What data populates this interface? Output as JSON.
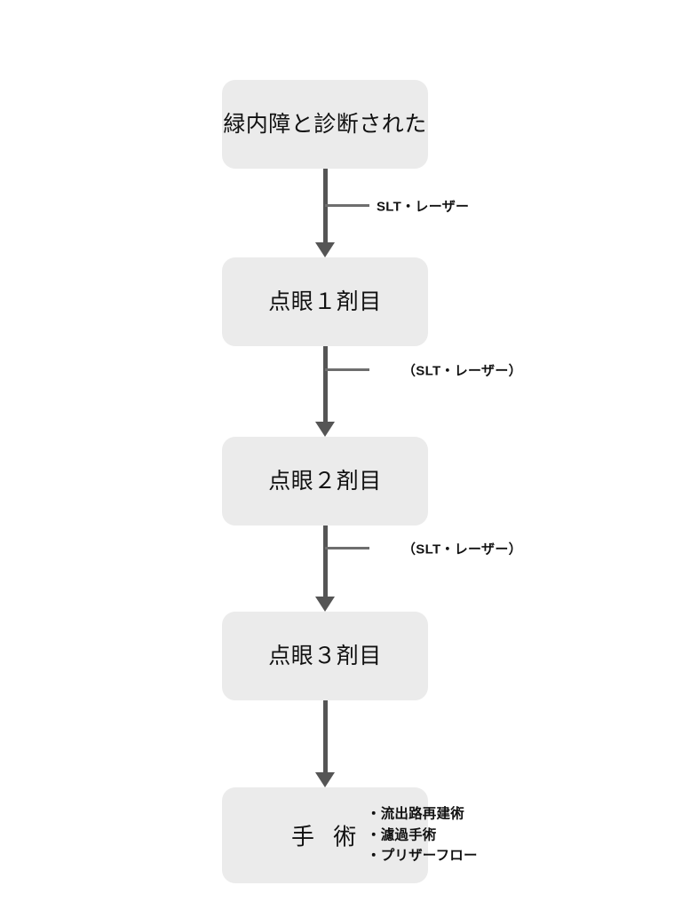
{
  "diagram": {
    "type": "flowchart",
    "orientation": "vertical",
    "background_color": "#ffffff",
    "node_fill_color": "#ebebeb",
    "arrow_color": "#555555",
    "tick_color": "#6e6e6e",
    "text_color": "#111111",
    "nodes": [
      {
        "id": "diagnosis",
        "label": "緑内障と診断された"
      },
      {
        "id": "drop1",
        "label": "点眼１剤目"
      },
      {
        "id": "drop2",
        "label": "点眼２剤目"
      },
      {
        "id": "drop3",
        "label": "点眼３剤目"
      },
      {
        "id": "surgery",
        "label": "手 術",
        "bullets": [
          "・流出路再建術",
          "・濾過手術",
          "・プリザーフロー"
        ]
      }
    ],
    "edges": [
      {
        "id": "edge-1",
        "from": "diagnosis",
        "to": "drop1",
        "label": "SLT・レーザー"
      },
      {
        "id": "edge-2",
        "from": "drop1",
        "to": "drop2",
        "label": "（SLT・レーザー）"
      },
      {
        "id": "edge-3",
        "from": "drop2",
        "to": "drop3",
        "label": "（SLT・レーザー）"
      },
      {
        "id": "edge-4",
        "from": "drop3",
        "to": "surgery",
        "label": ""
      }
    ]
  }
}
